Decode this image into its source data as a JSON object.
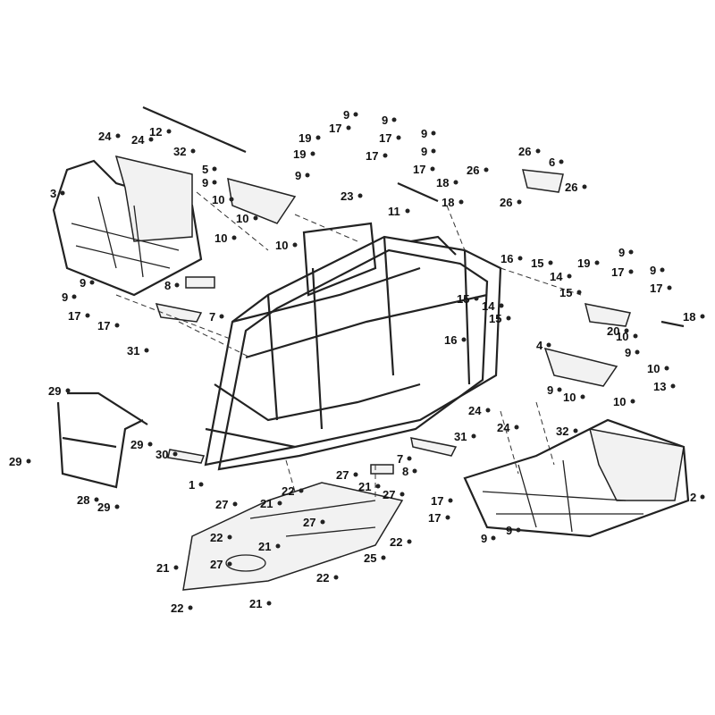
{
  "title": "ATV frame exploded parts diagram",
  "callouts": [
    "24",
    "24",
    "12",
    "32",
    "3",
    "5",
    "9",
    "10",
    "10",
    "10",
    "10",
    "9",
    "19",
    "19",
    "17",
    "9",
    "9",
    "17",
    "9",
    "17",
    "9",
    "17",
    "23",
    "18",
    "11",
    "18",
    "26",
    "6",
    "26",
    "26",
    "26",
    "16",
    "15",
    "14",
    "15",
    "19",
    "9",
    "17",
    "9",
    "17",
    "20",
    "18",
    "10",
    "9",
    "4",
    "10",
    "9",
    "13",
    "10",
    "10",
    "24",
    "24",
    "32",
    "15",
    "14",
    "15",
    "16",
    "8",
    "7",
    "9",
    "9",
    "17",
    "17",
    "31",
    "29",
    "29",
    "30",
    "29",
    "28",
    "29",
    "1",
    "22",
    "27",
    "21",
    "21",
    "27",
    "7",
    "8",
    "31",
    "2",
    "17",
    "17",
    "9",
    "9",
    "27",
    "27",
    "22",
    "21",
    "22",
    "25",
    "27",
    "21",
    "22",
    "21",
    "22"
  ]
}
